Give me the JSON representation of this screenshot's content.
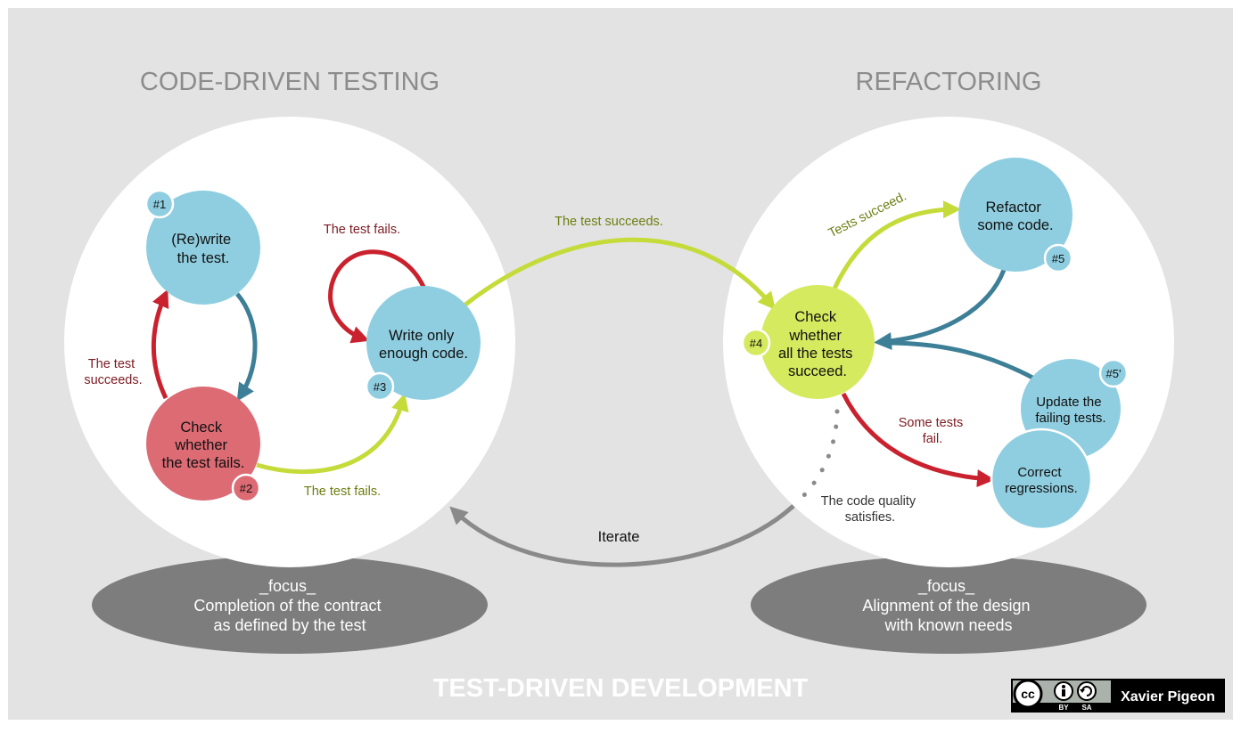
{
  "colors": {
    "background": "#e3e3e3",
    "panel": "#ffffff",
    "blue_node": "#8fcee0",
    "red_node": "#dc6b74",
    "green_node": "#d6ea5f",
    "green_arrow": "#c5db3a",
    "red_arrow": "#c9222e",
    "teal_arrow": "#3d7f97",
    "gray_arrow": "#8a8a8a",
    "focus_ellipse": "#7d7d7d",
    "red_label": "#7d1b22",
    "green_label": "#6e7d11",
    "section_title": "#8c8c8c"
  },
  "sections": {
    "left_title": "CODE-DRIVEN  TESTING",
    "right_title": "REFACTORING",
    "bottom_title": "TEST-DRIVEN  DEVELOPMENT"
  },
  "nodes": {
    "rewrite": {
      "lines": [
        "(Re)write",
        "the test."
      ],
      "badge": "#1"
    },
    "check_fail": {
      "lines": [
        "Check",
        "whether",
        "the test fails."
      ],
      "badge": "#2"
    },
    "write_code": {
      "lines": [
        "Write only",
        "enough code."
      ],
      "badge": "#3"
    },
    "check_all": {
      "lines": [
        "Check",
        "whether",
        "all the tests",
        "succeed."
      ],
      "badge": "#4"
    },
    "refactor": {
      "lines": [
        "Refactor",
        "some code."
      ],
      "badge": "#5"
    },
    "update_tests": {
      "lines": [
        "Update the",
        "failing tests."
      ],
      "badge": "#5'"
    },
    "correct": {
      "lines": [
        "Correct",
        "regressions."
      ]
    }
  },
  "edge_labels": {
    "test_succeeds_left": [
      "The test",
      "succeeds."
    ],
    "test_fails_loop": "The test fails.",
    "test_fails_bottom": "The test fails.",
    "test_succeeds_mid": "The test succeeds.",
    "tests_succeed": "Tests succeed.",
    "some_tests_fail": [
      "Some tests",
      "fail."
    ],
    "code_quality": [
      "The code quality",
      "satisfies."
    ],
    "iterate": "Iterate"
  },
  "focus": {
    "left": [
      "_focus_",
      "Completion of the contract",
      "as defined by the test"
    ],
    "right": [
      "_focus_",
      "Alignment of the design",
      "with known needs"
    ]
  },
  "license": {
    "cc": "cc",
    "by": "BY",
    "sa": "SA",
    "author": "Xavier Pigeon"
  }
}
